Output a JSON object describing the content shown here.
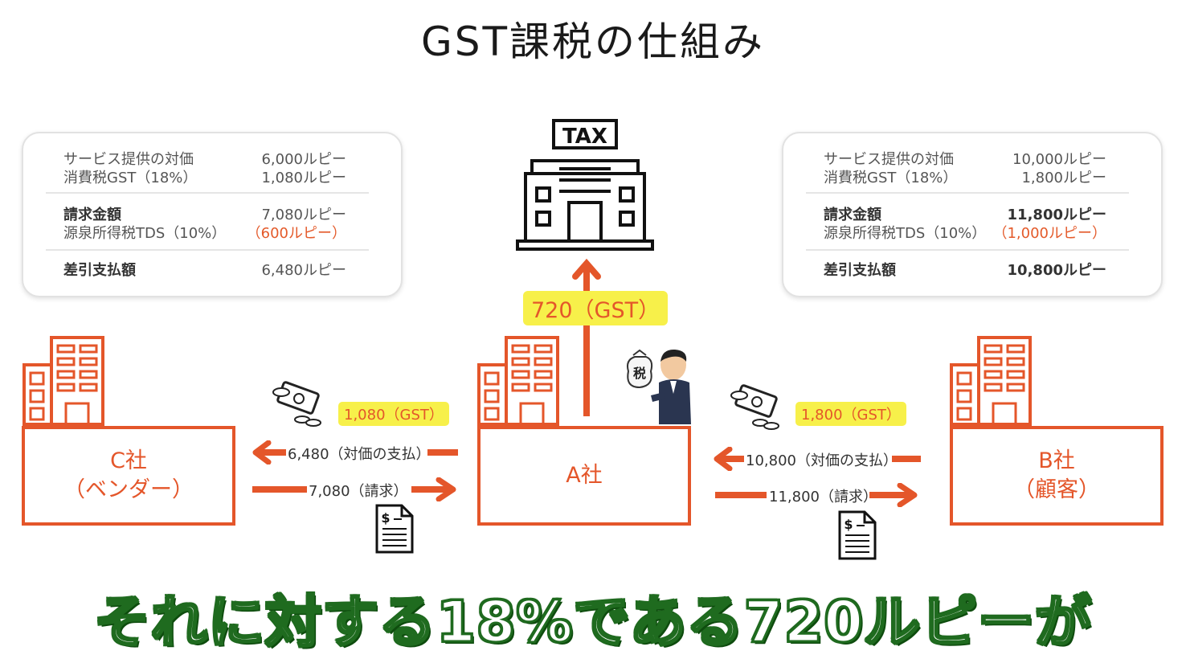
{
  "title": "GST課税の仕組み",
  "left_card": {
    "rows": [
      {
        "label": "サービス提供の対価",
        "value": "6,000ルピー"
      },
      {
        "label": "消費税GST（18%）",
        "value": "1,080ルピー"
      },
      {
        "label": "請求金額",
        "value": "7,080ルピー"
      },
      {
        "label": "源泉所得税TDS（10%）",
        "value": "（600ルピー）"
      },
      {
        "label": "差引支払額",
        "value": "6,480ルピー"
      }
    ]
  },
  "right_card": {
    "rows": [
      {
        "label": "サービス提供の対価",
        "value": "10,000ルピー"
      },
      {
        "label": "消費税GST（18%）",
        "value": "1,800ルピー"
      },
      {
        "label": "請求金額",
        "value": "11,800ルピー"
      },
      {
        "label": "源泉所得税TDS（10%）",
        "value": "（1,000ルピー）"
      },
      {
        "label": "差引支払額",
        "value": "10,800ルピー"
      }
    ]
  },
  "tax_office": {
    "sign": "TAX",
    "gst_label": "720（GST）"
  },
  "tax_bag_label": "税",
  "entities": {
    "c": {
      "name": "C社",
      "sub": "（ベンダー）"
    },
    "a": {
      "name": "A社"
    },
    "b": {
      "name": "B社",
      "sub": "（顧客）"
    }
  },
  "flows": {
    "left_gst": "1,080（GST）",
    "left_payment": "6,480（対価の支払）",
    "left_invoice": "7,080（請求）",
    "right_gst": "1,800（GST）",
    "right_payment": "10,800（対価の支払）",
    "right_invoice": "11,800（請求）"
  },
  "subtitle": "それに対する18%である720ルピーが",
  "colors": {
    "accent": "#e4562a",
    "highlight": "#f7f04a",
    "subtitle_outline": "#1f6b1f"
  }
}
